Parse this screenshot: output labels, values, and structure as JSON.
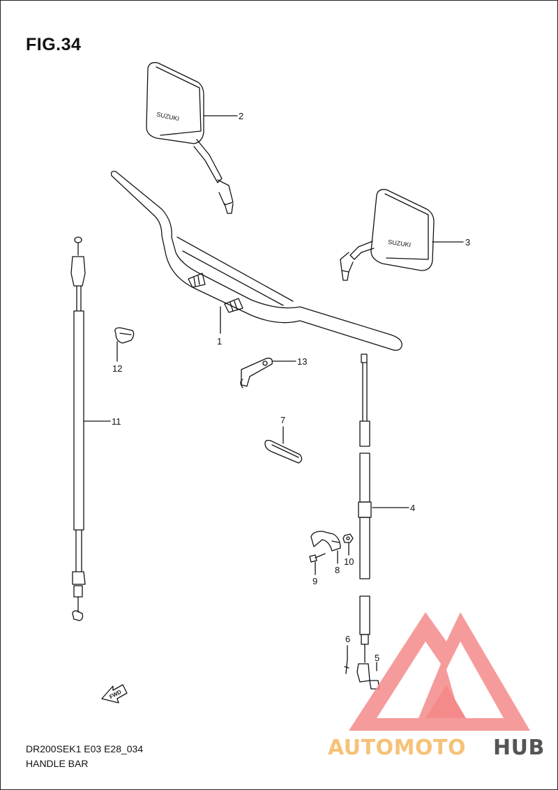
{
  "figure": {
    "title": "FIG.34",
    "model_code": "DR200SEK1 E03 E28_034",
    "section_name": "HANDLE BAR"
  },
  "callouts": [
    {
      "id": "callout-1",
      "label": "1"
    },
    {
      "id": "callout-2",
      "label": "2"
    },
    {
      "id": "callout-3",
      "label": "3"
    },
    {
      "id": "callout-4",
      "label": "4"
    },
    {
      "id": "callout-5",
      "label": "5"
    },
    {
      "id": "callout-6",
      "label": "6"
    },
    {
      "id": "callout-7",
      "label": "7"
    },
    {
      "id": "callout-8",
      "label": "8"
    },
    {
      "id": "callout-9",
      "label": "9"
    },
    {
      "id": "callout-10",
      "label": "10"
    },
    {
      "id": "callout-11",
      "label": "11"
    },
    {
      "id": "callout-12",
      "label": "12"
    },
    {
      "id": "callout-13",
      "label": "13"
    }
  ],
  "fwd_arrow_label": "FWD",
  "mirror_brand": "SUZUKI",
  "watermark": {
    "text_part1": "AUTOMOTO",
    "text_part2": "HUB",
    "color_primary": "#f58a8a",
    "color_secondary": "#f6c278",
    "color_dark": "#555555"
  }
}
